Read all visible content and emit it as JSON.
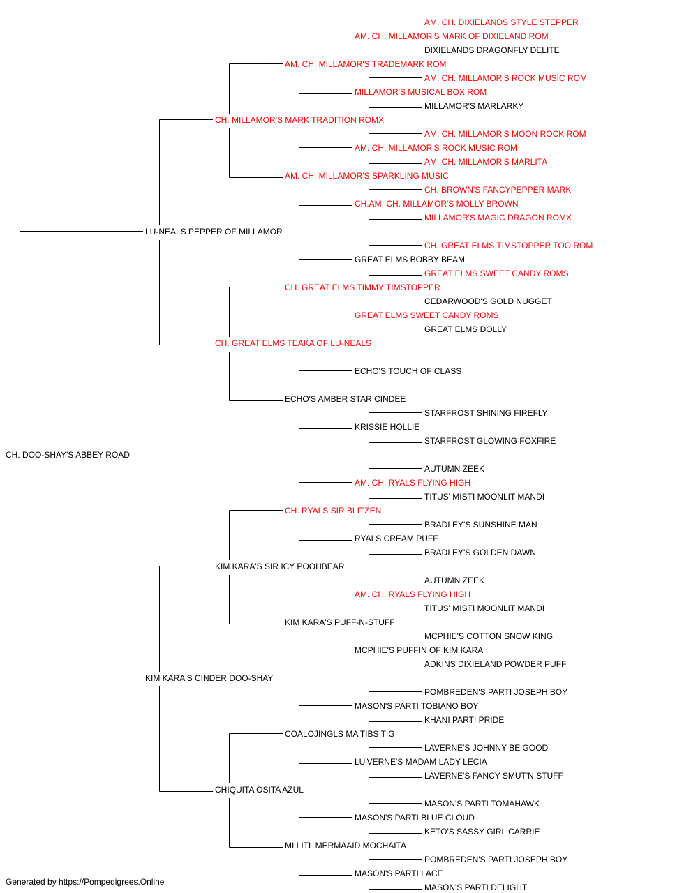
{
  "footer": "Generated by https://Pompedigrees.Online",
  "colors": {
    "champion": "#ff0000",
    "normal": "#000000",
    "line": "#000000"
  },
  "generations": [
    [
      {
        "name": "CH. DOO-SHAY'S ABBEY ROAD",
        "champion": false
      }
    ],
    [
      {
        "name": "LU-NEALS PEPPER OF MILLAMOR",
        "champion": false
      },
      {
        "name": "KIM KARA'S CINDER DOO-SHAY",
        "champion": false
      }
    ],
    [
      {
        "name": "CH. MILLAMOR'S MARK TRADITION ROMX",
        "champion": true
      },
      {
        "name": "CH. GREAT ELMS TEAKA OF LU-NEALS",
        "champion": true
      },
      {
        "name": "KIM KARA'S SIR ICY POOHBEAR",
        "champion": false
      },
      {
        "name": "CHIQUITA OSITA AZUL",
        "champion": false
      }
    ],
    [
      {
        "name": "AM. CH. MILLAMOR'S TRADEMARK ROM",
        "champion": true
      },
      {
        "name": "AM. CH. MILLAMOR'S SPARKLING MUSIC",
        "champion": true
      },
      {
        "name": "CH. GREAT ELMS TIMMY TIMSTOPPER",
        "champion": true
      },
      {
        "name": "ECHO'S AMBER STAR CINDEE",
        "champion": false
      },
      {
        "name": "CH. RYALS SIR BLITZEN",
        "champion": true
      },
      {
        "name": "KIM KARA'S PUFF-N-STUFF",
        "champion": false
      },
      {
        "name": "COALOJINGLS MA TIBS TIG",
        "champion": false
      },
      {
        "name": "MI LITL MERMAAID MOCHAITA",
        "champion": false
      }
    ],
    [
      {
        "name": "AM. CH. MILLAMOR'S MARK OF DIXIELAND ROM",
        "champion": true
      },
      {
        "name": "MILLAMOR'S MUSICAL BOX ROM",
        "champion": true
      },
      {
        "name": "AM. CH. MILLAMOR'S ROCK MUSIC ROM",
        "champion": true
      },
      {
        "name": "CH.AM. CH. MILLAMOR'S MOLLY BROWN",
        "champion": true
      },
      {
        "name": "GREAT ELMS BOBBY BEAM",
        "champion": false
      },
      {
        "name": "GREAT ELMS SWEET CANDY ROMS",
        "champion": true
      },
      {
        "name": "ECHO'S TOUCH OF CLASS",
        "champion": false
      },
      {
        "name": "KRISSIE HOLLIE",
        "champion": false
      },
      {
        "name": "AM. CH. RYALS FLYING HIGH",
        "champion": true
      },
      {
        "name": "RYALS CREAM PUFF",
        "champion": false
      },
      {
        "name": "AM. CH. RYALS FLYING HIGH",
        "champion": true
      },
      {
        "name": "MCPHIE'S PUFFIN OF KIM KARA",
        "champion": false
      },
      {
        "name": "MASON'S PARTI TOBIANO BOY",
        "champion": false
      },
      {
        "name": "LU'VERNE'S MADAM LADY LECIA",
        "champion": false
      },
      {
        "name": "MASON'S PARTI BLUE CLOUD",
        "champion": false
      },
      {
        "name": "MASON'S PARTI LACE",
        "champion": false
      }
    ],
    [
      {
        "name": "AM. CH. DIXIELANDS STYLE STEPPER",
        "champion": true
      },
      {
        "name": "DIXIELANDS DRAGONFLY DELITE",
        "champion": false
      },
      {
        "name": "AM. CH. MILLAMOR'S ROCK MUSIC ROM",
        "champion": true
      },
      {
        "name": "MILLAMOR'S MARLARKY",
        "champion": false
      },
      {
        "name": "AM. CH. MILLAMOR'S MOON ROCK ROM",
        "champion": true
      },
      {
        "name": "AM. CH. MILLAMOR'S MARLITA",
        "champion": true
      },
      {
        "name": "CH. BROWN'S FANCYPEPPER MARK",
        "champion": true
      },
      {
        "name": "MILLAMOR'S MAGIC DRAGON ROMX",
        "champion": true
      },
      {
        "name": "CH. GREAT ELMS TIMSTOPPER TOO ROM",
        "champion": true
      },
      {
        "name": "GREAT ELMS SWEET CANDY ROMS",
        "champion": true
      },
      {
        "name": "CEDARWOOD'S GOLD NUGGET",
        "champion": false
      },
      {
        "name": "GREAT ELMS DOLLY",
        "champion": false
      },
      {
        "name": "",
        "champion": false
      },
      {
        "name": "",
        "champion": false
      },
      {
        "name": "STARFROST SHINING FIREFLY",
        "champion": false
      },
      {
        "name": "STARFROST GLOWING FOXFIRE",
        "champion": false
      },
      {
        "name": "AUTUMN ZEEK",
        "champion": false
      },
      {
        "name": "TITUS' MISTI MOONLIT MANDI",
        "champion": false
      },
      {
        "name": "BRADLEY'S SUNSHINE MAN",
        "champion": false
      },
      {
        "name": "BRADLEY'S GOLDEN DAWN",
        "champion": false
      },
      {
        "name": "AUTUMN ZEEK",
        "champion": false
      },
      {
        "name": "TITUS' MISTI MOONLIT MANDI",
        "champion": false
      },
      {
        "name": "MCPHIE'S COTTON SNOW KING",
        "champion": false
      },
      {
        "name": "ADKINS DIXIELAND POWDER PUFF",
        "champion": false
      },
      {
        "name": "POMBREDEN'S PARTI JOSEPH BOY",
        "champion": false
      },
      {
        "name": "KHANI PARTI PRIDE",
        "champion": false
      },
      {
        "name": "LAVERNE'S JOHNNY BE GOOD",
        "champion": false
      },
      {
        "name": "LAVERNE'S FANCY SMUT'N STUFF",
        "champion": false
      },
      {
        "name": "MASON'S PARTI TOMAHAWK",
        "champion": false
      },
      {
        "name": "KETO'S SASSY GIRL CARRIE",
        "champion": false
      },
      {
        "name": "POMBREDEN'S PARTI JOSEPH BOY",
        "champion": false
      },
      {
        "name": "MASON'S PARTI DELIGHT",
        "champion": false
      }
    ]
  ]
}
